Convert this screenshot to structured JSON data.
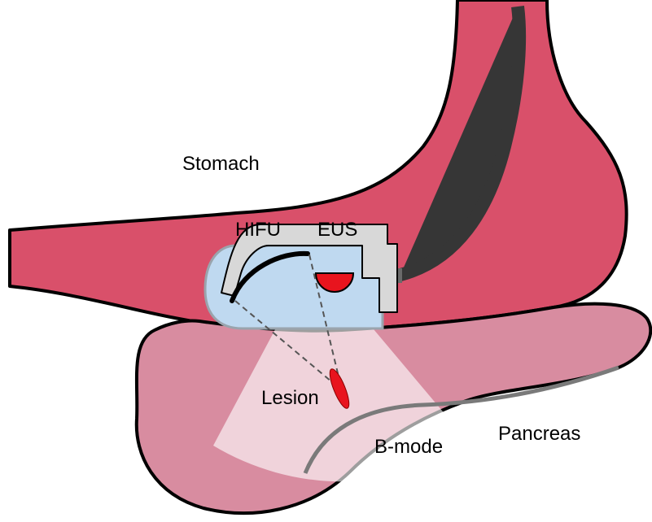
{
  "labels": {
    "stomach": "Stomach",
    "hifu": "HIFU",
    "eus": "EUS",
    "lesion": "Lesion",
    "pancreas": "Pancreas",
    "bmode": "B-mode"
  },
  "colors": {
    "stomach": "#D9506A",
    "pancreas": "#D88CA0",
    "outline": "#000000",
    "endoscope": "#363636",
    "housing": "#D8D8D8",
    "water_balloon": "#BFD9F0",
    "transducer_eus": "#E8141E",
    "lesion": "#E8141E",
    "bmode_sector": "#FFFFFF",
    "beam_lines": "#555555"
  }
}
